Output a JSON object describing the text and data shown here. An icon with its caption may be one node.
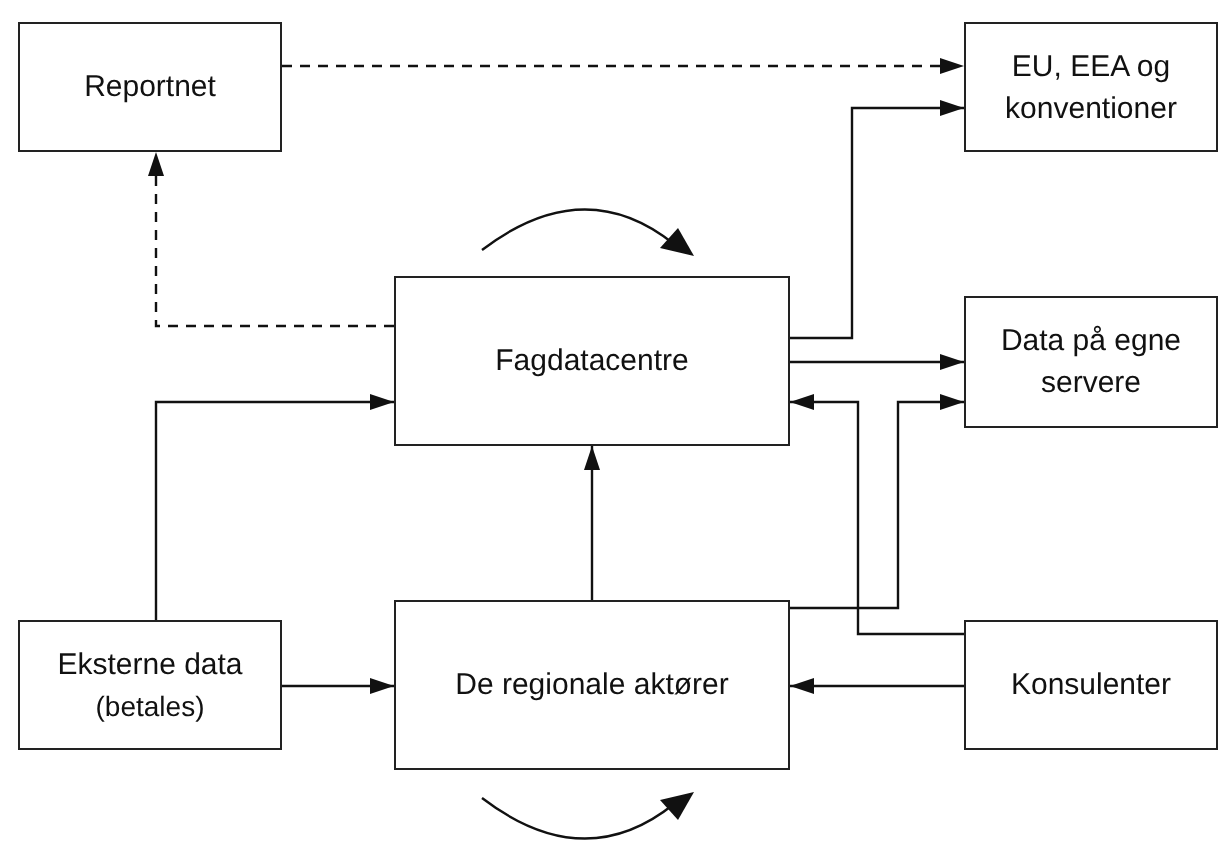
{
  "diagram": {
    "nodes": [
      {
        "text": [
          "Reportnet"
        ]
      },
      {
        "text": [
          "EU, EEA og konventioner"
        ]
      },
      {
        "text": [
          "Fagdatacentre"
        ]
      },
      {
        "text": [
          "Data på egne servere"
        ]
      },
      {
        "text": [
          "Eksterne data",
          "(betales)"
        ]
      },
      {
        "text": [
          "De regionale aktører"
        ]
      },
      {
        "text": [
          "Konsulenter"
        ]
      }
    ],
    "edges": [
      {
        "from": 0,
        "to": 1,
        "arrow": "to",
        "style": "dashed"
      },
      {
        "from": 2,
        "to": 0,
        "arrow": "to",
        "style": "dashed"
      },
      {
        "from": 2,
        "to": 1,
        "arrow": "to"
      },
      {
        "from": 2,
        "to": 3,
        "arrow": "to"
      },
      {
        "from": 4,
        "to": 2,
        "arrow": "to"
      },
      {
        "from": 4,
        "to": 5,
        "arrow": "to"
      },
      {
        "from": 5,
        "to": 2,
        "arrow": "to"
      },
      {
        "from": 6,
        "to": 5,
        "arrow": "to"
      },
      {
        "from": 6,
        "to": 2,
        "arrow": "to"
      },
      {
        "from": 5,
        "to": 3,
        "arrow": "to"
      }
    ]
  }
}
